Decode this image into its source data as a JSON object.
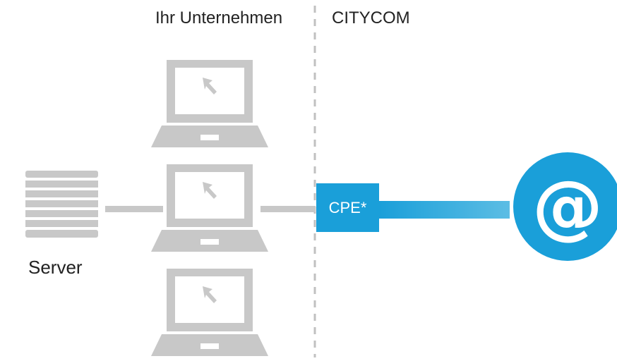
{
  "labels": {
    "left_zone": "Ihr Unternehmen",
    "right_zone": "CITYCOM",
    "server": "Server",
    "cpe": "CPE*",
    "internet": "@"
  },
  "colors": {
    "gray": "#c8c8c8",
    "divider": "#c0c0c0",
    "accent": "#1a9fd9",
    "link_light": "#5cbde4",
    "text": "#222222",
    "white": "#ffffff"
  },
  "icons": {
    "server": "server-icon",
    "laptop": "laptop-icon",
    "cursor": "cursor-arrow-icon",
    "internet": "at-sign-icon"
  }
}
